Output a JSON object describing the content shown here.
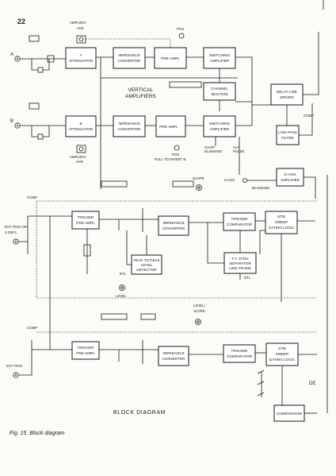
{
  "page": {
    "number": "22",
    "caption": "Fig. 15. Block diagram"
  },
  "diagram": {
    "title": "BLOCK DIAGRAM",
    "section_title": [
      "VERTICAL",
      "AMPLIFIERS"
    ],
    "blocks": {
      "attenuator_a": [
        "A",
        "ATTENUATOR"
      ],
      "impedance_converter_a": [
        "IMPEDANCE",
        "CONVERTER"
      ],
      "pre_ampl_a": [
        "PRE-AMPL"
      ],
      "switching_amplifier_a": [
        "SWITCHING",
        "AMPLIFIER"
      ],
      "channel_multivib": [
        "CHANNEL",
        "MULTIVIB"
      ],
      "delay_line_driver": [
        "DELAY LINE",
        "DRIVER"
      ],
      "attenuator_b": [
        "B",
        "ATTENUATOR"
      ],
      "impedance_converter_b": [
        "IMPEDANCE",
        "CONVERTER"
      ],
      "pre_ampl_b": [
        "PRE-AMPL"
      ],
      "switching_amplifier_b": [
        "SWITCHING",
        "AMPLIFIER"
      ],
      "low_pass_filter": [
        "LOW PASS",
        "FILTER"
      ],
      "z_axis_amplifier": [
        "Z-AXIS",
        "AMPLIFIER"
      ],
      "trigger_pre_ampl_1": [
        "TRIGGER",
        "PRE-AMPL"
      ],
      "impedance_converter_t1": [
        "IMPEDANCE",
        "CONVERTER"
      ],
      "trigger_comparator_1": [
        "TRIGGER",
        "COMPARATOR"
      ],
      "mtb_sweep_gating_logic": [
        "MTB",
        "SWEEP",
        "GATING LOGIC"
      ],
      "peak_to_peak_detector": [
        "PEAK TO PEAK",
        "LEVEL",
        "DETECTOR"
      ],
      "tv_sync_separator": [
        "T.V. SYNC",
        "SEPARATOR",
        "LINE FRAME"
      ],
      "trigger_pre_ampl_2": [
        "TRIGGER",
        "PRE-AMPL"
      ],
      "impedance_converter_t2": [
        "IMPEDANCE",
        "CONVERTER"
      ],
      "trigger_comparator_2": [
        "TRIGGER",
        "COMPARATOR"
      ],
      "dtb_sweep_gating_logic": [
        "DTB",
        "SWEEP",
        "GATING LOGIC"
      ],
      "comparator": [
        "COMPARATOR"
      ]
    },
    "labels": {
      "ampl_div_var_a": [
        "AMPL/DIV",
        "VAR"
      ],
      "pos_a": "POS.",
      "ampl_div_var_b": [
        "AMPL/DIV",
        "VAR"
      ],
      "pos_b": [
        "POS",
        "PULL TO INVERT B"
      ],
      "input_a": "A",
      "input_b": "B",
      "ext_trig_x_defl": [
        "EXT TRIG OR",
        "X DEFL."
      ],
      "ext_trig": "EXT TRIG",
      "slope_1": "SLOPE",
      "level_1": "LEVEL",
      "level_slope_2": [
        "LEVEL/",
        "SLOPE"
      ],
      "z_mod": "Z-mod",
      "chop_blanking": [
        "CHOP",
        "BLANKING"
      ],
      "alt_pulse": [
        "ALT",
        "PULSE"
      ],
      "blanking": "BLANKING",
      "comp": "COMP",
      "btl_stab": "BTL",
      "edge_letter": "DE"
    }
  }
}
